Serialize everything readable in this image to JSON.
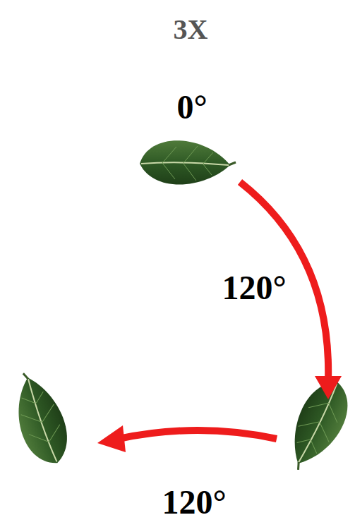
{
  "diagram": {
    "title": "3X",
    "labels": [
      "0°",
      "120°",
      "120°"
    ]
  }
}
